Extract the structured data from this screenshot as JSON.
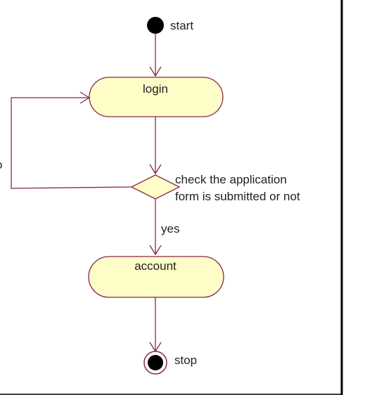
{
  "diagram": {
    "type": "uml-activity-diagram",
    "colors": {
      "flow": "#8a2846",
      "activity_fill": "#fefdc7",
      "node": "#000000",
      "frame_border": "#000000"
    },
    "nodes": {
      "start": {
        "label": "start"
      },
      "login": {
        "label": "login"
      },
      "decision": {
        "label_line1": "check the application",
        "label_line2": "form is submitted or not"
      },
      "account": {
        "label": "account"
      },
      "stop": {
        "label": "stop"
      }
    },
    "edges": {
      "yes_label": "yes",
      "no_label_partial": "o"
    }
  }
}
